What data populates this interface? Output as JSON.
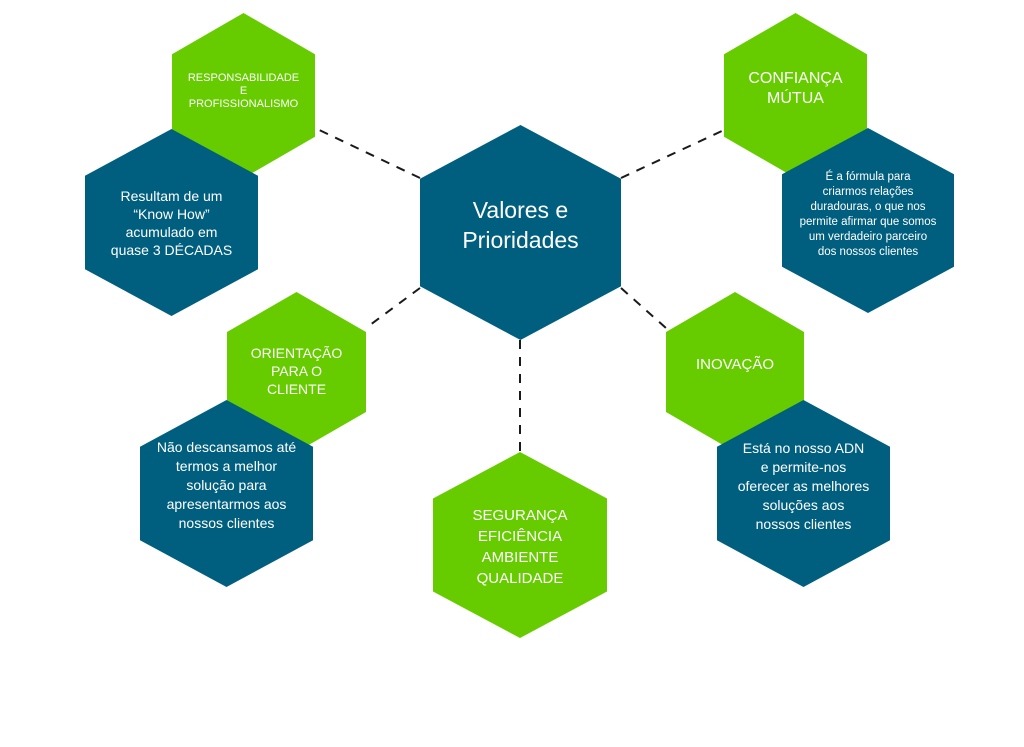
{
  "colors": {
    "green": "#66cc00",
    "blue": "#005f7f",
    "connector": "#1a1a1a"
  },
  "center": {
    "title": "Valores e\nPrioridades"
  },
  "values": [
    {
      "title": "RESPONSABILIDADE\nE\nPROFISSIONALISMO",
      "description": "Resultam de um\n“Know How”\nacumulado em\nquase 3 DÉCADAS"
    },
    {
      "title": "CONFIANÇA\nMÚTUA",
      "description": "É a fórmula para\ncriarmos relações\nduradouras, o que nos\npermite afirmar que somos\num verdadeiro parceiro\ndos nossos clientes"
    },
    {
      "title": "ORIENTAÇÃO\nPARA O\nCLIENTE",
      "description": "Não descansamos até\ntermos a melhor\nsolução para\napresentarmos aos\nnossos clientes"
    },
    {
      "title": "INOVAÇÃO",
      "description": "Está no nosso ADN\ne permite-nos\noferecer as melhores\nsoluções aos\nnossos clientes"
    },
    {
      "title": "SEGURANÇA\nEFICIÊNCIA\nAMBIENTE\nQUALIDADE"
    }
  ]
}
